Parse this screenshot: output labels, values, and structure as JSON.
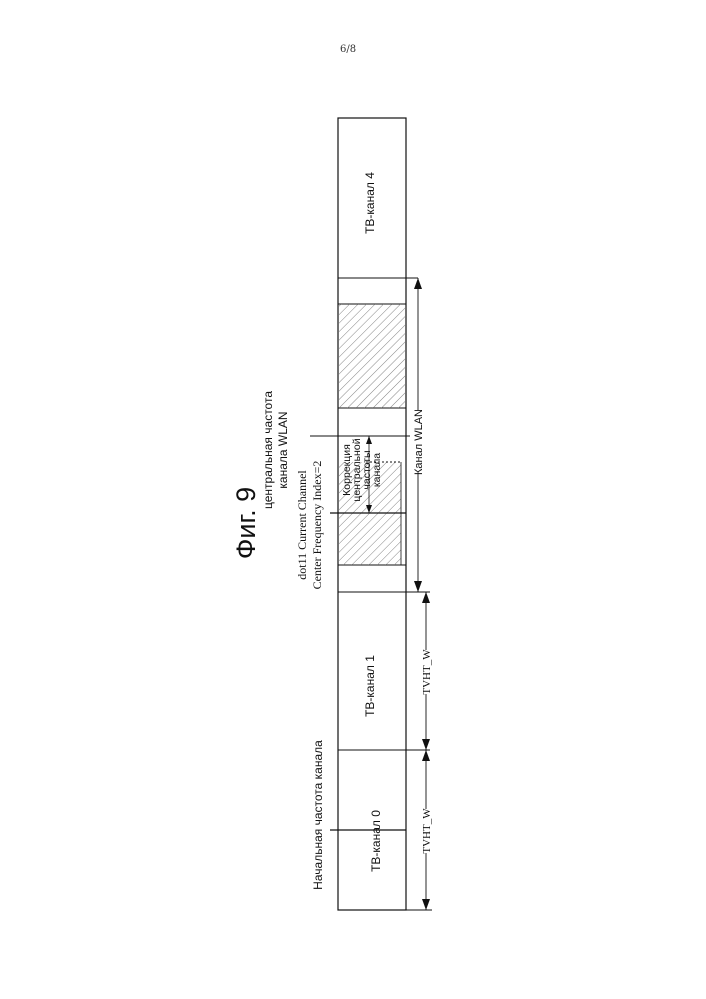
{
  "page_number": "6/8",
  "figure_title": "Фиг. 9",
  "labels": {
    "start_frequency": "Начальная частота канала",
    "wlan_center_line1": "центральная частота",
    "wlan_center_line2": "канала WLAN",
    "dot11_line1": "dot11 Current Channel",
    "dot11_line2": "Center Frequency Index=2",
    "correction_line1": "Коррекция",
    "correction_line2": "центральной",
    "correction_line3": "частоты",
    "correction_line4": "канала",
    "wlan_channel": "Канал WLAN",
    "tvht_w_1": "TVHT_W",
    "tvht_w_2": "TVHT_W"
  },
  "channels": [
    {
      "label": "ТВ-канал 0"
    },
    {
      "label": "ТВ-канал 1"
    },
    {
      "label": "ТВ-канал 4"
    }
  ],
  "colors": {
    "line": "#111111",
    "hatch": "#555555"
  }
}
